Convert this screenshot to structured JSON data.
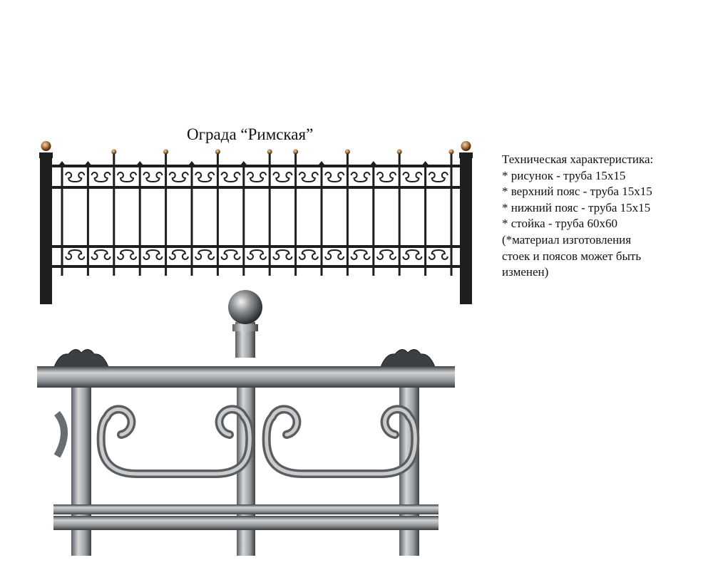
{
  "title": "Ограда “Римская”",
  "specs": {
    "heading": "Техническая характеристика:",
    "items": [
      "* рисунок - труба 15х15",
      "* верхний пояс - труба 15х15",
      "* нижний пояс - труба 15х15",
      "* стойка - труба 60х60"
    ],
    "note": [
      "(*материал изготовления",
      "стоек и поясов может быть",
      "изменен)"
    ]
  },
  "colors": {
    "fence": "#1c1f1e",
    "finial_gold": "#b8804a",
    "metal_light": "#b9bcbf",
    "metal_dark": "#4a4d50"
  }
}
